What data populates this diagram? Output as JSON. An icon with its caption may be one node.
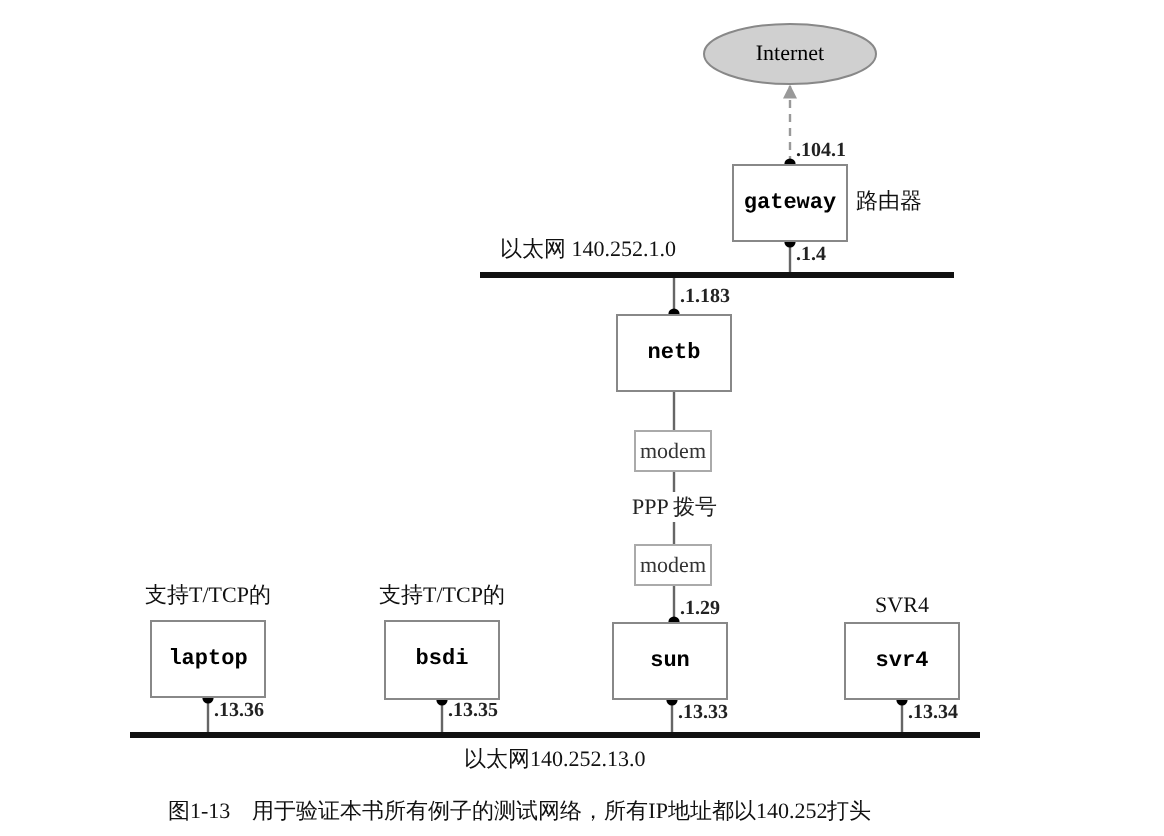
{
  "diagram": {
    "caption": "图1-13　用于验证本书所有例子的测试网络，所有IP地址都以140.252打头",
    "nodes": [
      {
        "text": [
          "Internet"
        ]
      },
      {
        "text": [
          "gateway"
        ],
        "beside": [
          "路由器"
        ]
      },
      {
        "text": [
          "以太网 140.252.1.0"
        ]
      },
      {
        "text": [
          "netb"
        ]
      },
      {
        "text": [
          "modem"
        ]
      },
      {
        "text": [
          "modem"
        ]
      },
      {
        "text": [
          "laptop"
        ],
        "beside": [
          "支持T/TCP的"
        ]
      },
      {
        "text": [
          "bsdi"
        ],
        "beside": [
          "支持T/TCP的"
        ]
      },
      {
        "text": [
          "sun"
        ]
      },
      {
        "text": [
          "svr4"
        ],
        "beside": [
          "SVR4"
        ]
      },
      {
        "text": [
          "以太网140.252.13.0"
        ]
      }
    ],
    "edges": [
      {
        "from": 1,
        "to": 0,
        "arrow": "to",
        "label": ".104.1",
        "style": "dashed",
        "color": "#999999"
      },
      {
        "from": 1,
        "to": 2,
        "arrow": "none",
        "label": ".1.4"
      },
      {
        "from": 2,
        "to": 3,
        "arrow": "none",
        "label": ".1.183"
      },
      {
        "from": 3,
        "to": 4,
        "arrow": "none"
      },
      {
        "from": 4,
        "to": 5,
        "arrow": "none",
        "label": "PPP 拨号"
      },
      {
        "from": 5,
        "to": 8,
        "arrow": "none",
        "label": ".1.29"
      },
      {
        "from": 6,
        "to": 10,
        "arrow": "none",
        "label": ".13.36"
      },
      {
        "from": 7,
        "to": 10,
        "arrow": "none",
        "label": ".13.35"
      },
      {
        "from": 8,
        "to": 10,
        "arrow": "none",
        "label": ".13.33"
      },
      {
        "from": 9,
        "to": 10,
        "arrow": "none",
        "label": ".13.34"
      }
    ]
  }
}
